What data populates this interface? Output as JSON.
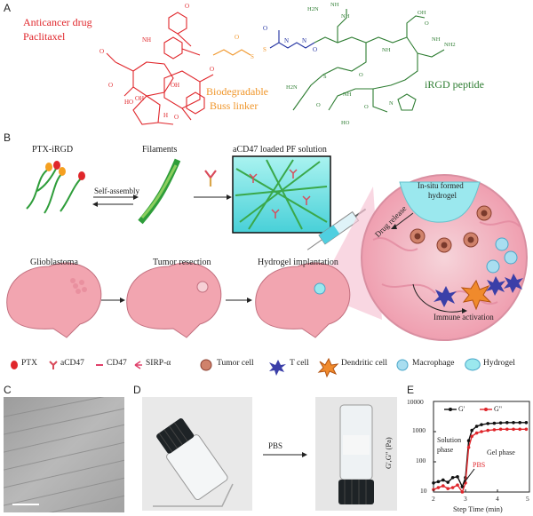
{
  "panels": {
    "a": "A",
    "b": "B",
    "c": "C",
    "d": "D",
    "e": "E"
  },
  "panel_a": {
    "drug_line1": "Anticancer drug",
    "drug_line2": "Paclitaxel",
    "linker_line1": "Biodegradable",
    "linker_line2": "Buss linker",
    "peptide": "iRGD peptide"
  },
  "panel_b": {
    "ptx_irgd": "PTX-iRGD",
    "filaments": "Filaments",
    "solution_title": "aCD47 loaded PF solution",
    "self_assembly": "Self-assembly",
    "in_situ_1": "In-situ formed",
    "in_situ_2": "hydrogel",
    "drug_release": "Drug release",
    "immune_activation": "Immune activation",
    "glioblastoma": "Glioblastoma",
    "tumor_resection": "Tumor resection",
    "hydrogel_implantation": "Hydrogel implantation"
  },
  "legend": [
    {
      "label": "PTX",
      "icon": "ptx-drop-icon"
    },
    {
      "label": "aCD47",
      "icon": "antibody-icon"
    },
    {
      "label": "CD47",
      "icon": "cd47-icon"
    },
    {
      "label": "SIRP-α",
      "icon": "sirp-icon"
    },
    {
      "label": "Tumor cell",
      "icon": "tumor-cell-icon"
    },
    {
      "label": "T cell",
      "icon": "t-cell-icon"
    },
    {
      "label": "Dendritic cell",
      "icon": "dendritic-cell-icon"
    },
    {
      "label": "Macrophage",
      "icon": "macrophage-icon"
    },
    {
      "label": "Hydrogel",
      "icon": "hydrogel-icon"
    }
  ],
  "panel_d": {
    "pbs": "PBS"
  },
  "panel_e": {
    "ylabel": "G',G\" (Pa)",
    "xlabel": "Step Time (min)",
    "legend_g1": "G'",
    "legend_g2": "G\"",
    "solution_1": "Solution",
    "solution_2": "phase",
    "gel_phase": "Gel phase",
    "pbs": "PBS",
    "yticks": [
      "10000",
      "1000",
      "100",
      "10"
    ],
    "xticks": [
      "2",
      "3",
      "4",
      "5"
    ]
  },
  "colors": {
    "red": "#e0262b",
    "orange": "#f0962a",
    "green": "#2e7d32",
    "blue": "#2030a0",
    "brain": "#f2a5b0"
  }
}
